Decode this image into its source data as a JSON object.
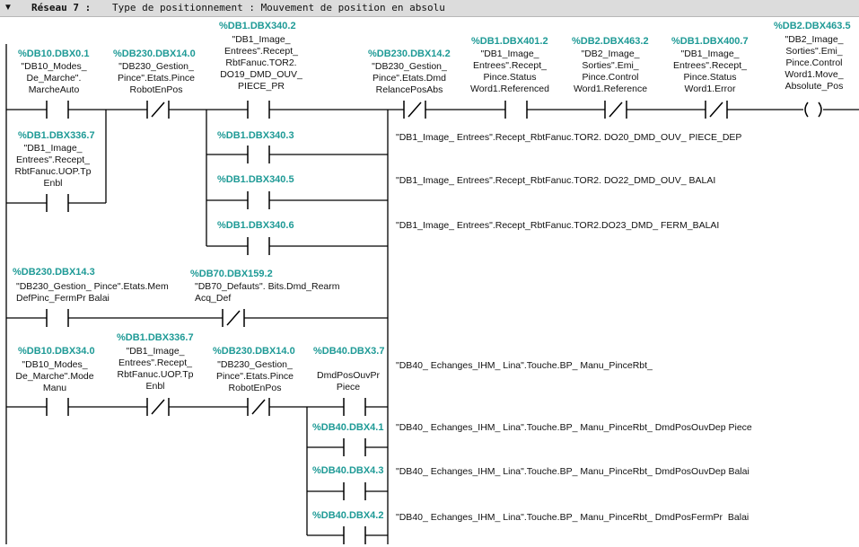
{
  "network": {
    "title": "Réseau 7 :",
    "description": "Type de positionnement : Mouvement de position en absolu"
  },
  "rung1": {
    "c1": {
      "addr": "%DB10.DBX0.1",
      "sym": "\"DB10_Modes_\nDe_Marche\".\nMarcheAuto"
    },
    "c2": {
      "addr": "%DB230.DBX14.0",
      "sym": "\"DB230_Gestion_\nPince\".Etats.Pince\nRobotEnPos"
    },
    "c3": {
      "addr": "%DB1.DBX340.2",
      "sym": "\"DB1_Image_\nEntrees\".Recept_\nRbtFanuc.TOR2.\nDO19_DMD_OUV_\nPIECE_PR"
    },
    "c4": {
      "addr": "%DB230.DBX14.2",
      "sym": "\"DB230_Gestion_\nPince\".Etats.Dmd\nRelancePosAbs"
    },
    "c5": {
      "addr": "%DB1.DBX401.2",
      "sym": "\"DB1_Image_\nEntrees\".Recept_\nPince.Status\nWord1.Referenced"
    },
    "c6": {
      "addr": "%DB2.DBX463.2",
      "sym": "\"DB2_Image_\nSorties\".Emi_\nPince.Control\nWord1.Reference"
    },
    "c7": {
      "addr": "%DB1.DBX400.7",
      "sym": "\"DB1_Image_\nEntrees\".Recept_\nPince.Status\nWord1.Error"
    },
    "coil": {
      "addr": "%DB2.DBX463.5",
      "sym": "\"DB2_Image_\nSorties\".Emi_\nPince.Control\nWord1.Move_\nAbsolute_Pos"
    },
    "b1": {
      "addr": "%DB1.DBX336.7",
      "sym": "\"DB1_Image_\nEntrees\".Recept_\nRbtFanuc.UOP.Tp\nEnbl"
    },
    "p1": {
      "addr": "%DB1.DBX340.3",
      "ann": "\"DB1_Image_ Entrees\".Recept_RbtFanuc.TOR2. DO20_DMD_OUV_ PIECE_DEP"
    },
    "p2": {
      "addr": "%DB1.DBX340.5",
      "ann": "\"DB1_Image_ Entrees\".Recept_RbtFanuc.TOR2. DO22_DMD_OUV_ BALAI"
    },
    "p3": {
      "addr": "%DB1.DBX340.6",
      "ann": "\"DB1_Image_ Entrees\".Recept_RbtFanuc.TOR2.DO23_DMD_ FERM_BALAI"
    }
  },
  "rung2": {
    "c1": {
      "addr": "%DB230.DBX14.3",
      "sym": "\"DB230_Gestion_ Pince\".Etats.Mem\nDefPinc_FermPr Balai"
    },
    "c2": {
      "addr": "%DB70.DBX159.2",
      "sym": "\"DB70_Defauts\". Bits.Dmd_Rearm\nAcq_Def"
    }
  },
  "rung3": {
    "c1": {
      "addr": "%DB10.DBX34.0",
      "sym": "\"DB10_Modes_\nDe_Marche\".Mode\nManu"
    },
    "c2": {
      "addr": "%DB1.DBX336.7",
      "sym": "\"DB1_Image_\nEntrees\".Recept_\nRbtFanuc.UOP.Tp\nEnbl"
    },
    "c3": {
      "addr": "%DB230.DBX14.0",
      "sym": "\"DB230_Gestion_\nPince\".Etats.Pince\nRobotEnPos"
    },
    "c4": {
      "addr": "%DB40.DBX3.7",
      "sym": "DmdPosOuvPr\nPiece",
      "ann": "\"DB40_ Echanges_IHM_ Lina\".Touche.BP_ Manu_PinceRbt_"
    },
    "p1": {
      "addr": "%DB40.DBX4.1",
      "ann": "\"DB40_ Echanges_IHM_ Lina\".Touche.BP_ Manu_PinceRbt_ DmdPosOuvDep Piece"
    },
    "p2": {
      "addr": "%DB40.DBX4.3",
      "ann": "\"DB40_ Echanges_IHM_ Lina\".Touche.BP_ Manu_PinceRbt_ DmdPosOuvDep Balai"
    },
    "p3": {
      "addr": "%DB40.DBX4.2",
      "ann": "\"DB40_ Echanges_IHM_ Lina\".Touche.BP_ Manu_PinceRbt_ DmdPosFermPr  Balai"
    }
  }
}
